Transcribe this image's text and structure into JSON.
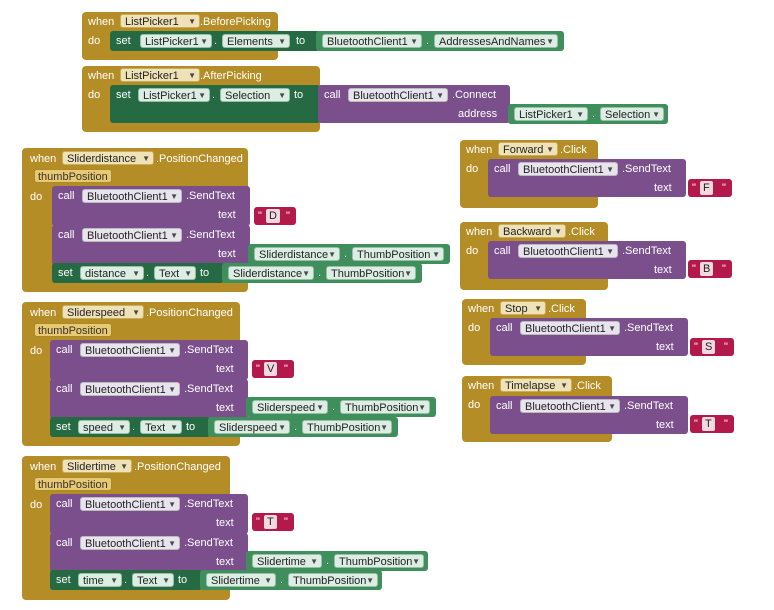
{
  "labels": {
    "when": "when",
    "do": "do",
    "set": "set",
    "to": "to",
    "call": "call",
    "text": "text",
    "address": "address",
    "dot": ".",
    "quote": "\""
  },
  "blocks": {
    "before_picking": {
      "component": "ListPicker1",
      "event": ".BeforePicking",
      "set_component": "ListPicker1",
      "set_property": "Elements",
      "value_component": "BluetoothClient1",
      "value_property": "AddressesAndNames"
    },
    "after_picking": {
      "component": "ListPicker1",
      "event": ".AfterPicking",
      "set_component": "ListPicker1",
      "set_property": "Selection",
      "call_component": "BluetoothClient1",
      "call_method": ".Connect",
      "arg_component": "ListPicker1",
      "arg_property": "Selection"
    },
    "sliderdistance": {
      "component": "Sliderdistance",
      "event": ".PositionChanged",
      "param": "thumbPosition",
      "call1_component": "BluetoothClient1",
      "call1_method": ".SendText",
      "call1_text": "D",
      "call2_component": "BluetoothClient1",
      "call2_method": ".SendText",
      "call2_arg_component": "Sliderdistance",
      "call2_arg_property": "ThumbPosition",
      "set_component": "distance",
      "set_property": "Text",
      "set_value_component": "Sliderdistance",
      "set_value_property": "ThumbPosition"
    },
    "sliderspeed": {
      "component": "Sliderspeed",
      "event": ".PositionChanged",
      "param": "thumbPosition",
      "call1_component": "BluetoothClient1",
      "call1_method": ".SendText",
      "call1_text": "V",
      "call2_component": "BluetoothClient1",
      "call2_method": ".SendText",
      "call2_arg_component": "Sliderspeed",
      "call2_arg_property": "ThumbPosition",
      "set_component": "speed",
      "set_property": "Text",
      "set_value_component": "Sliderspeed",
      "set_value_property": "ThumbPosition"
    },
    "slidertime": {
      "component": "Slidertime",
      "event": ".PositionChanged",
      "param": "thumbPosition",
      "call1_component": "BluetoothClient1",
      "call1_method": ".SendText",
      "call1_text": "T",
      "call2_component": "BluetoothClient1",
      "call2_method": ".SendText",
      "call2_arg_component": "Slidertime",
      "call2_arg_property": "ThumbPosition",
      "set_component": "time",
      "set_property": "Text",
      "set_value_component": "Slidertime",
      "set_value_property": "ThumbPosition"
    },
    "forward": {
      "component": "Forward",
      "event": ".Click",
      "call_component": "BluetoothClient1",
      "call_method": ".SendText",
      "text_value": "F"
    },
    "backward": {
      "component": "Backward",
      "event": ".Click",
      "call_component": "BluetoothClient1",
      "call_method": ".SendText",
      "text_value": "B"
    },
    "stop": {
      "component": "Stop",
      "event": ".Click",
      "call_component": "BluetoothClient1",
      "call_method": ".SendText",
      "text_value": "S"
    },
    "timelapse": {
      "component": "Timelapse",
      "event": ".Click",
      "call_component": "BluetoothClient1",
      "call_method": ".SendText",
      "text_value": "T"
    }
  },
  "colors": {
    "event": "#b58d27",
    "procedure": "#7a4f8c",
    "setter": "#266a44",
    "component_getter": "#3f8f5c",
    "text": "#b3194a"
  },
  "icons": {
    "dropdown": "dropdown-arrow-icon"
  }
}
